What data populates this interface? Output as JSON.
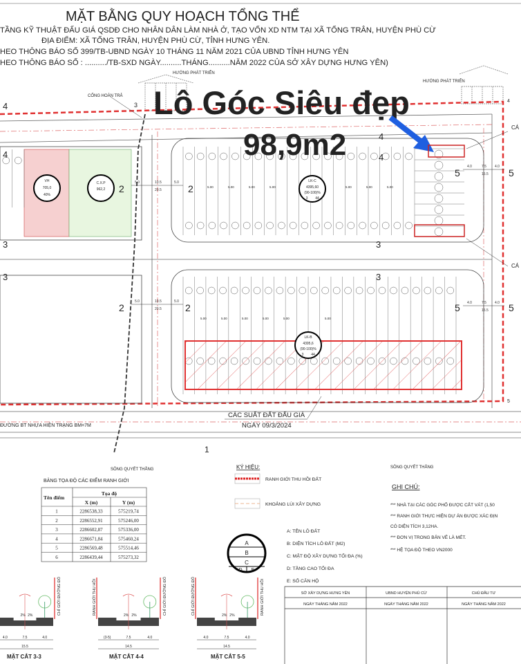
{
  "header": {
    "title": "MẶT BẰNG QUY HOẠCH TỔNG THỂ",
    "line1": "TẦNG KỸ THUẬT ĐẤU GIÁ QSDĐ CHO NHÂN DÂN LÀM NHÀ Ở, TẠO VỐN XD NTM TẠI  XÃ TỐNG TRÂN, HUYỆN PHÙ CỪ",
    "line2": "ĐỊA ĐIỂM: XÃ TỐNG TRÂN, HUYỆN PHÙ CỪ, TỈNH HƯNG YÊN.",
    "line3": "HEO THÔNG BÁO SỐ 399/TB-UBND NGÀY 10 THÁNG 11 NĂM 2021 CỦA UBND TỈNH HƯNG YÊN",
    "line4": "HEO THÔNG BÁO SỐ : ........../TB-SXD NGÀY..........THÁNG..........NĂM 2022 CỦA SỞ XÂY DỰNG HƯNG YÊN)"
  },
  "overlay": {
    "headline": "Lô Góc Siêu đẹp",
    "area": "98,9m2",
    "headline_color": "#f0302a",
    "arrow_color": "#1f5fe0"
  },
  "plan": {
    "direction_label": "HƯỚNG PHÁT TRIỂN",
    "culvert_label": "CỐNG HOÀN TRẢ",
    "auction_label": "CÁC SUẤT ĐẤT ĐẤU GIÁ",
    "auction_date": "NGÀY 09/3/2024",
    "road_label": "ĐƯỜNG BT NHỰA HIỆN TRẠNG BM=7M",
    "cut_label": "CÁ",
    "section_marks": {
      "s2": "2",
      "s3": "3",
      "s4": "4",
      "s5": "5",
      "s1": "1"
    },
    "dims": {
      "d5": "5.0",
      "d105": "10.5",
      "d205": "20.5",
      "d40": "4.0",
      "d75": "7.5",
      "d155": "15.5",
      "lot": "5.00"
    },
    "blocks": [
      {
        "name": "LK-C",
        "area": "4395,60",
        "density": "(90-100)%",
        "floors": "3",
        "units": "44"
      },
      {
        "name": "LK-B",
        "area": "4395,6",
        "density": "(90-100)%",
        "floors": "3",
        "units": "44"
      },
      {
        "name": "VH",
        "area": "705,0",
        "density": "40%"
      },
      {
        "name": "C.X.P",
        "area": "962,2"
      }
    ]
  },
  "coord_table": {
    "river": "SÔNG QUYẾT THẮNG",
    "title": "BẢNG TỌA ĐỘ CÁC ĐIỂM RANH GIỚI",
    "h_point": "Tên điểm",
    "h_coord": "Tọa độ",
    "h_x": "X (m)",
    "h_y": "Y (m)",
    "rows": [
      {
        "p": "1",
        "x": "2286538,33",
        "y": "575219,74"
      },
      {
        "p": "2",
        "x": "2286552,91",
        "y": "575246,00"
      },
      {
        "p": "3",
        "x": "2286602,87",
        "y": "575336,00"
      },
      {
        "p": "4",
        "x": "2286671,84",
        "y": "575460,24"
      },
      {
        "p": "5",
        "x": "2286569,48",
        "y": "575514,46"
      },
      {
        "p": "6",
        "x": "2286439,44",
        "y": "575273,32"
      }
    ]
  },
  "legend": {
    "title": "KÝ HIỆU:",
    "boundary": "RANH GIỚI THU HỒI ĐẤT",
    "setback": "KHOẢNG LÙI XÂY DỰNG",
    "keys": {
      "a": "A",
      "b": "B",
      "c": "C",
      "d": "D",
      "e": "E"
    },
    "items": [
      "A: TÊN LÔ ĐẤT",
      "B: DIỆN TÍCH LÔ ĐẤT (M2)",
      "C: MẬT ĐỘ XÂY DỰNG TỐI ĐA (%)",
      "D: TẦNG CAO TỐI ĐA",
      "E: SỐ CĂN HỘ"
    ]
  },
  "notes": {
    "river": "SÔNG QUYẾT THẮNG",
    "title": "GHI CHÚ:",
    "lines": [
      "*** NHÀ TẠI CÁC GÓC PHỐ ĐƯỢC CẮT VÁT (1,50",
      "*** RANH GIỚI THỰC HIỆN DỰ ÁN ĐƯỢC XÁC ĐỊN",
      "CÓ DIỆN TÍCH 3,12HA.",
      "*** ĐƠN VỊ TRONG BẢN VẼ LÀ MÉT.",
      "*** HỆ TỌA ĐỘ THEO VN2000"
    ]
  },
  "signatures": [
    {
      "org": "SỞ XÂY DỰNG HƯNG YÊN",
      "date": "NGÀY      THÁNG    NĂM 2022"
    },
    {
      "org": "UBND HUYỆN PHÙ CỪ",
      "date": "NGÀY      THÁNG    NĂM 2022"
    },
    {
      "org": "CHỦ ĐẦU TƯ",
      "date": "NGÀY      THÁNG    NĂM 2022"
    }
  ],
  "sections": {
    "s33": "MẶT CẮT 3-3",
    "s44": "MẶT CẮT 4-4",
    "s55": "MẶT CẮT 5-5",
    "red_line": "CHỈ GIỚI ĐƯỜNG ĐỎ",
    "boundary": "RANH GIỚI THU HỒI",
    "slope": "2%",
    "w35": "(3-5)",
    "w75": "7.5",
    "w40": "4.0",
    "w145": "14.5",
    "w155": "15.5"
  }
}
